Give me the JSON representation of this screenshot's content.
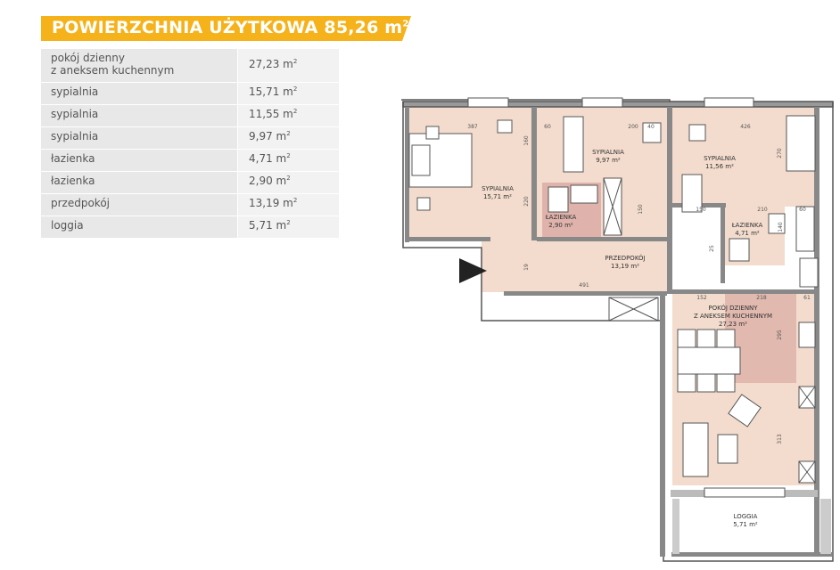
{
  "header": {
    "title": "POWIERZCHNIA UŻYTKOWA 85,26 m",
    "superscript": "2",
    "accent_color": "#f5b21b"
  },
  "rooms_table": [
    {
      "name_line1": "pokój dzienny",
      "name_line2": "z aneksem kuchennym",
      "area": "27,23 m"
    },
    {
      "name_line1": "sypialnia",
      "name_line2": "",
      "area": "15,71 m"
    },
    {
      "name_line1": "sypialnia",
      "name_line2": "",
      "area": "11,55 m"
    },
    {
      "name_line1": "sypialnia",
      "name_line2": "",
      "area": "9,97 m"
    },
    {
      "name_line1": "łazienka",
      "name_line2": "",
      "area": "4,71 m"
    },
    {
      "name_line1": "łazienka",
      "name_line2": "",
      "area": "2,90 m"
    },
    {
      "name_line1": "przedpokój",
      "name_line2": "",
      "area": "13,19 m"
    },
    {
      "name_line1": "loggia",
      "name_line2": "",
      "area": "5,71 m"
    }
  ],
  "unit_superscript": "2",
  "plan": {
    "rooms": [
      {
        "name": "SYPIALNIA",
        "area": "15,71 m²"
      },
      {
        "name": "SYPIALNIA",
        "area": "9,97 m²"
      },
      {
        "name": "SYPIALNIA",
        "area": "11,56 m²"
      },
      {
        "name": "ŁAZIENKA",
        "area": "2,90 m²"
      },
      {
        "name": "ŁAZIENKA",
        "area": "4,71 m²"
      },
      {
        "name": "PRZEDPOKÓJ",
        "area": "13,19 m²"
      },
      {
        "name": "POKÓJ DZIENNY",
        "name2": "Z ANEKSEM KUCHENNYM",
        "area": "27,23 m²"
      },
      {
        "name": "LOGGIA",
        "area": "5,71 m²"
      }
    ],
    "dims": [
      "387",
      "60",
      "200",
      "40",
      "426",
      "160",
      "270",
      "220",
      "150",
      "210",
      "60",
      "150",
      "25",
      "491",
      "152",
      "218",
      "61",
      "295",
      "313",
      "140",
      "19"
    ],
    "colors": {
      "room_fill": "#f3dccd",
      "tile_fill": "#d9a9a3",
      "wall": "#555555"
    }
  }
}
